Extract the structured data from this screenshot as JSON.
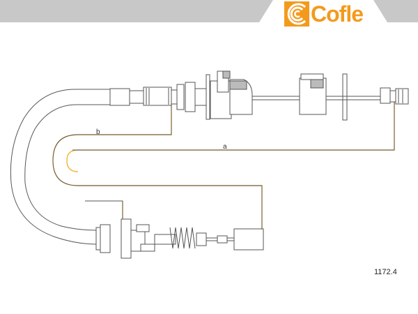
{
  "brand": {
    "name": "Cofle",
    "color": "#f39a1e",
    "banner_color": "#c8c8c8"
  },
  "diagram": {
    "part_number": "1172.4",
    "dimension_labels": {
      "a": "a",
      "b": "b"
    },
    "line_color": "#555555",
    "dimension_color": "#f2b33d"
  }
}
